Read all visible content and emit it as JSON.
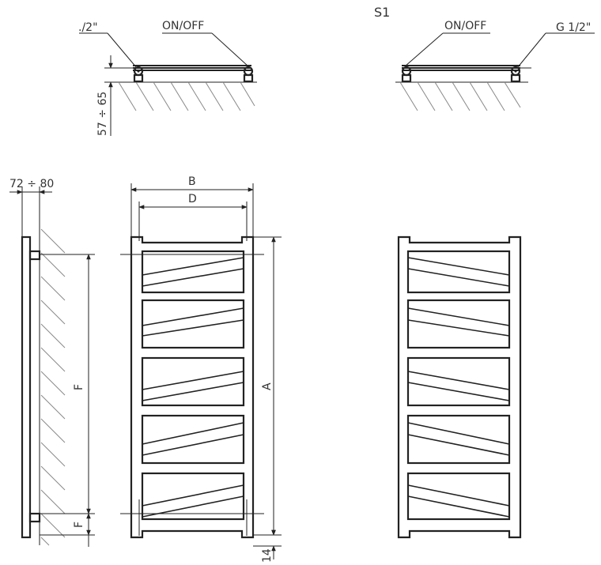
{
  "labels": {
    "variant": "S1",
    "valve_left": "ON/OFF",
    "valve_right": "ON/OFF",
    "thread_left": "./2\"",
    "thread_right": "G 1/2\"",
    "dim_depth": "57 ÷ 65",
    "dim_wall": "72 ÷ 80",
    "dim_b": "B",
    "dim_d": "D",
    "dim_a": "A",
    "dim_f_main": "F",
    "dim_f_small": "F",
    "dim_bottom": "14"
  },
  "colors": {
    "line": "#222222",
    "hatch": "#888888",
    "text": "#333333"
  }
}
